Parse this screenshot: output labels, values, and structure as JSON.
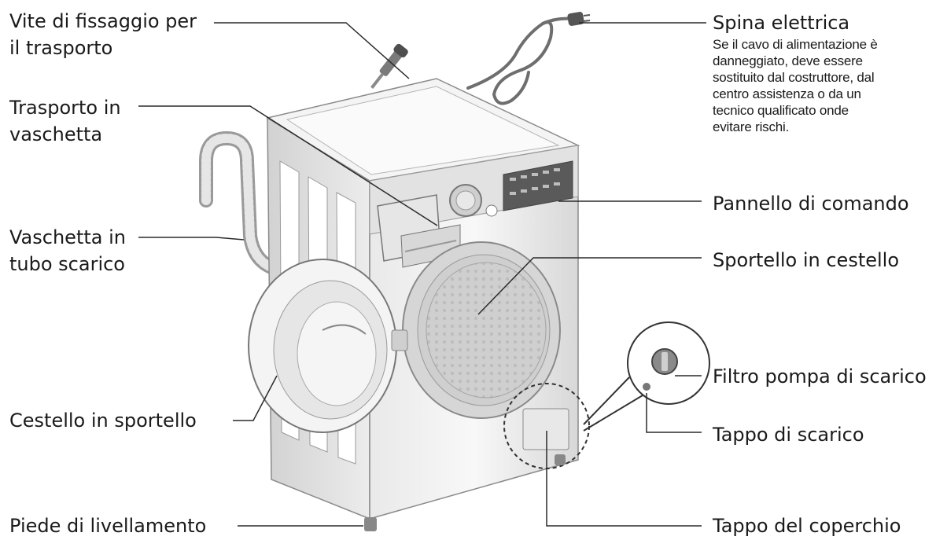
{
  "labels": {
    "transport_screw": "Vite di fissaggio per\nil trasporto",
    "power_plug": "Spina elettrica",
    "power_plug_note": "Se il cavo di alimentazione è\ndanneggiato, deve essere\nsostituito dal costruttore, dal\ncentro assistenza o da un\ntecnico qualificato onde\nevitare rischi.",
    "detergent_drawer": "Trasporto in\nvaschetta",
    "drain_hose": "Vaschetta in\ntubo scarico",
    "control_panel": "Pannello di comando",
    "door": "Sportello in cestello",
    "drum": "Cestello in sportello",
    "pump_filter": "Filtro pompa di scarico",
    "drain_plug": "Tappo di scarico",
    "leveling_foot": "Piede di livellamento",
    "cover_cap": "Tappo del coperchio"
  },
  "colors": {
    "line": "#2a2a2a",
    "body_light": "#f1f1f1",
    "body_shade": "#d9d9d9",
    "side": "#e4e4e4"
  }
}
